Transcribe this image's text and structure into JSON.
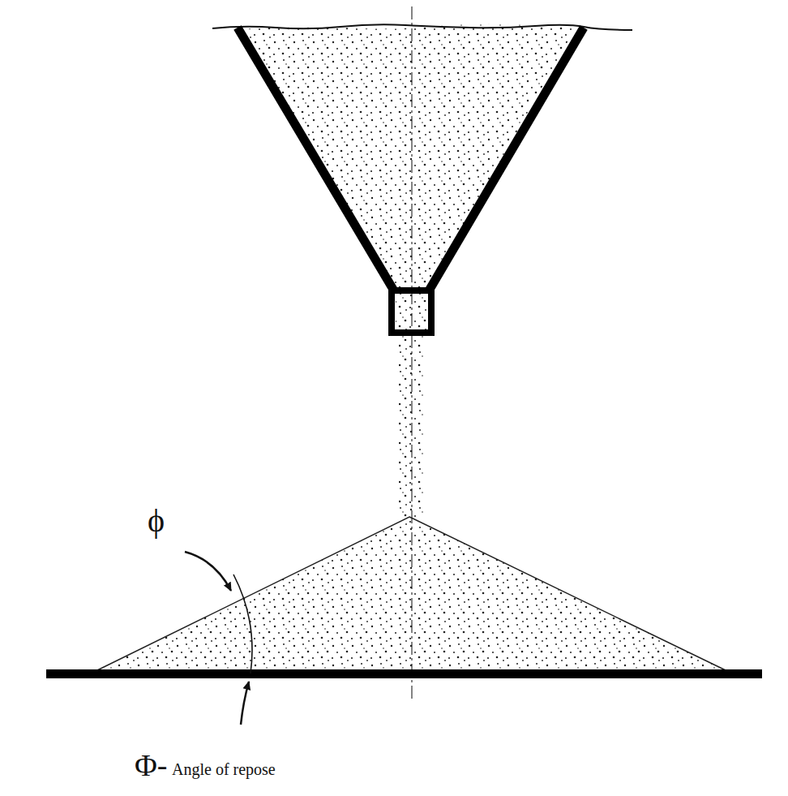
{
  "diagram": {
    "labels": [
      "ϕ",
      "Φ-",
      "Angle of repose"
    ]
  }
}
